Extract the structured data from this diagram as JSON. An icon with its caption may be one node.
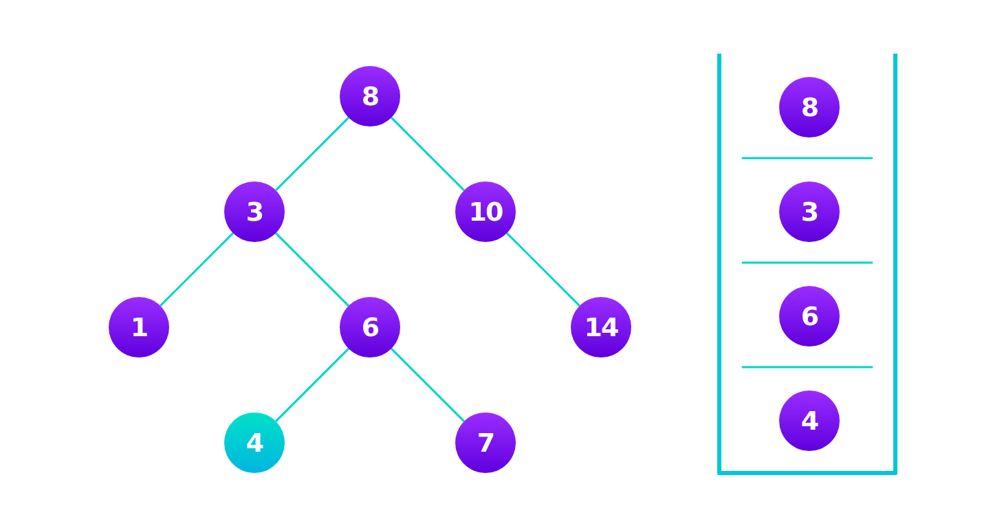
{
  "diagram": {
    "nodes": [
      {
        "text": [
          "8"
        ]
      },
      {
        "text": [
          "3"
        ]
      },
      {
        "text": [
          "10"
        ]
      },
      {
        "text": [
          "1"
        ]
      },
      {
        "text": [
          "6"
        ]
      },
      {
        "text": [
          "14"
        ]
      },
      {
        "text": [
          "4"
        ]
      },
      {
        "text": [
          "7"
        ]
      },
      {
        "text": [],
        "shape": "box"
      },
      {
        "text": [
          "8"
        ],
        "in": 8
      },
      {
        "text": [
          "3"
        ],
        "in": 8
      },
      {
        "text": [
          "6"
        ],
        "in": 8
      },
      {
        "text": [
          "4"
        ],
        "in": 8
      }
    ],
    "edges": [
      {
        "from": 0,
        "to": 1,
        "arrow": "none"
      },
      {
        "from": 0,
        "to": 2,
        "arrow": "none"
      },
      {
        "from": 1,
        "to": 3,
        "arrow": "none"
      },
      {
        "from": 1,
        "to": 4,
        "arrow": "none"
      },
      {
        "from": 2,
        "to": 5,
        "arrow": "none"
      },
      {
        "from": 4,
        "to": 6,
        "arrow": "none"
      },
      {
        "from": 4,
        "to": 7,
        "arrow": "none"
      }
    ]
  }
}
